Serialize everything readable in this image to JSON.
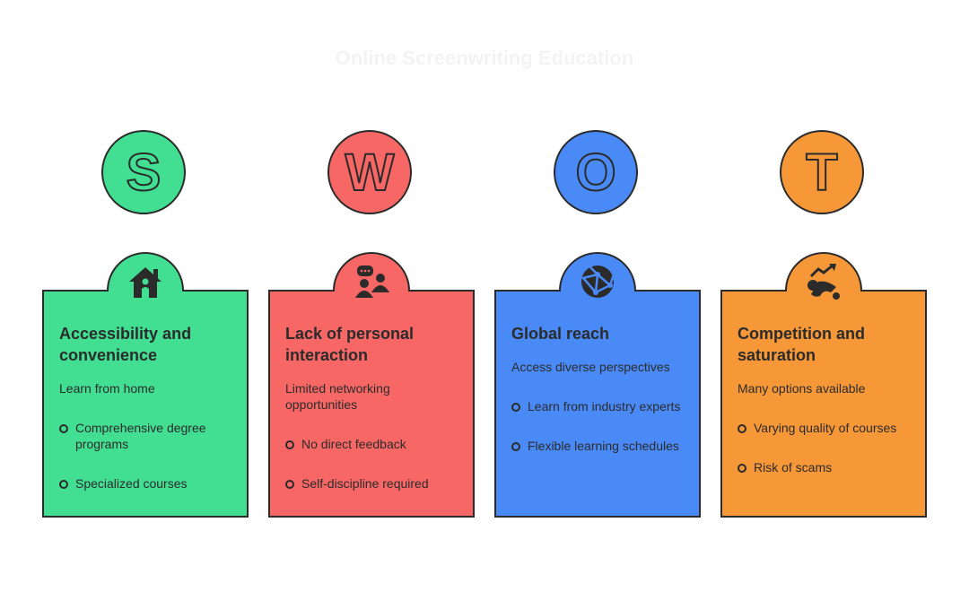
{
  "title": "Online Screenwriting Education",
  "cards": [
    {
      "letter": "S",
      "color": "#42de92",
      "icon": "home-person-icon",
      "heading": "Accessibility and convenience",
      "desc": "Learn from home",
      "bullets": [
        "Comprehensive degree programs",
        "Specialized courses"
      ]
    },
    {
      "letter": "W",
      "color": "#f76765",
      "icon": "chat-people-icon",
      "heading": "Lack of personal interaction",
      "desc": "Limited networking opportunities",
      "bullets": [
        "No direct feedback",
        "Self-discipline required"
      ]
    },
    {
      "letter": "O",
      "color": "#4a8af6",
      "icon": "globe-network-icon",
      "heading": "Global reach",
      "desc": "Access diverse perspectives",
      "bullets": [
        "Learn from industry experts",
        "Flexible learning schedules"
      ]
    },
    {
      "letter": "T",
      "color": "#f69738",
      "icon": "competition-trend-icon",
      "heading": "Competition and saturation",
      "desc": "Many options available",
      "bullets": [
        "Varying quality of courses",
        "Risk of scams"
      ]
    }
  ]
}
